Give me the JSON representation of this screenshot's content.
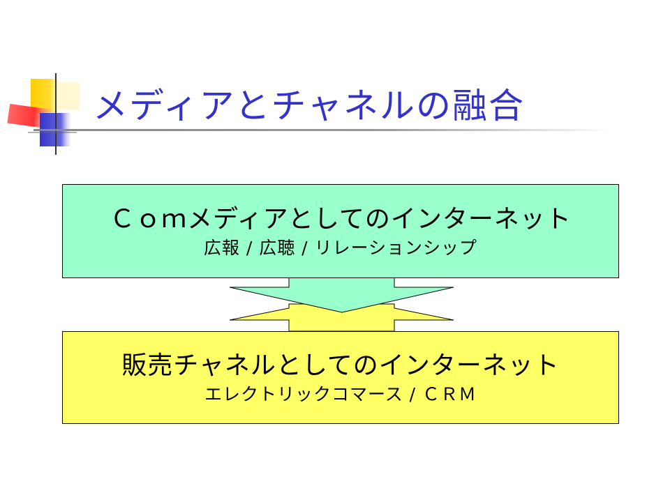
{
  "slide": {
    "title": "メディアとチャネルの融合"
  },
  "top_box": {
    "main": "Ｃｏｍメディアとしてのインターネット",
    "sub": "広報 / 広聴 / リレーションシップ",
    "color": "#99ffcc"
  },
  "bottom_box": {
    "main": "販売チャネルとしてのインターネット",
    "sub": "エレクトリックコマース / ＣＲＭ",
    "color": "#ffff66"
  },
  "colors": {
    "title": "#3333cc",
    "logo_yellow": "#ffcc00",
    "logo_red": "#ff3333",
    "logo_blue": "#3333cc"
  }
}
